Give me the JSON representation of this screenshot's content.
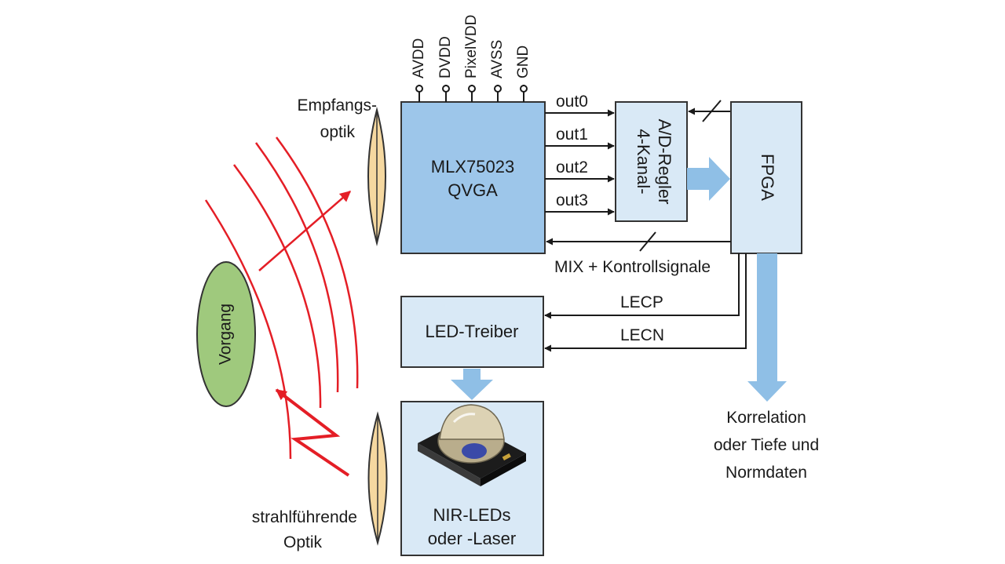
{
  "colors": {
    "block_fill": "#d9e9f6",
    "sensor_fill": "#9dc6ea",
    "block_stroke": "#333333",
    "wave_red": "#e41e26",
    "lens_fill": "#f5d8a0",
    "object_fill": "#9fc97d",
    "bus_arrow": "#8fbfe6",
    "line": "#1a1a1a"
  },
  "icons": [
    "lens-icon",
    "led-package-icon",
    "signal-bolt-icon"
  ],
  "sensor": {
    "name": "MLX75023",
    "resolution": "QVGA"
  },
  "supply_pins": [
    "AVDD",
    "DVDD",
    "PixelVDD",
    "AVSS",
    "GND"
  ],
  "adc": {
    "line1": "4-Kanal-",
    "line2": "A/D-Regler"
  },
  "fpga": {
    "label": "FPGA"
  },
  "outputs": [
    "out0",
    "out1",
    "out2",
    "out3"
  ],
  "control": {
    "mix": "MIX + Kontrollsignale",
    "lecp": "LECP",
    "lecn": "LECN"
  },
  "led_driver": {
    "label": "LED-Treiber"
  },
  "emitter": {
    "line1": "NIR-LEDs",
    "line2": "oder -Laser"
  },
  "receive_optics": {
    "line1": "Empfangs-",
    "line2": "optik"
  },
  "beam_optics": {
    "line1": "strahlführende",
    "line2": "Optik"
  },
  "object": {
    "label": "Vorgang"
  },
  "result": {
    "line1": "Korrelation",
    "line2": "oder Tiefe und",
    "line3": "Normdaten"
  }
}
